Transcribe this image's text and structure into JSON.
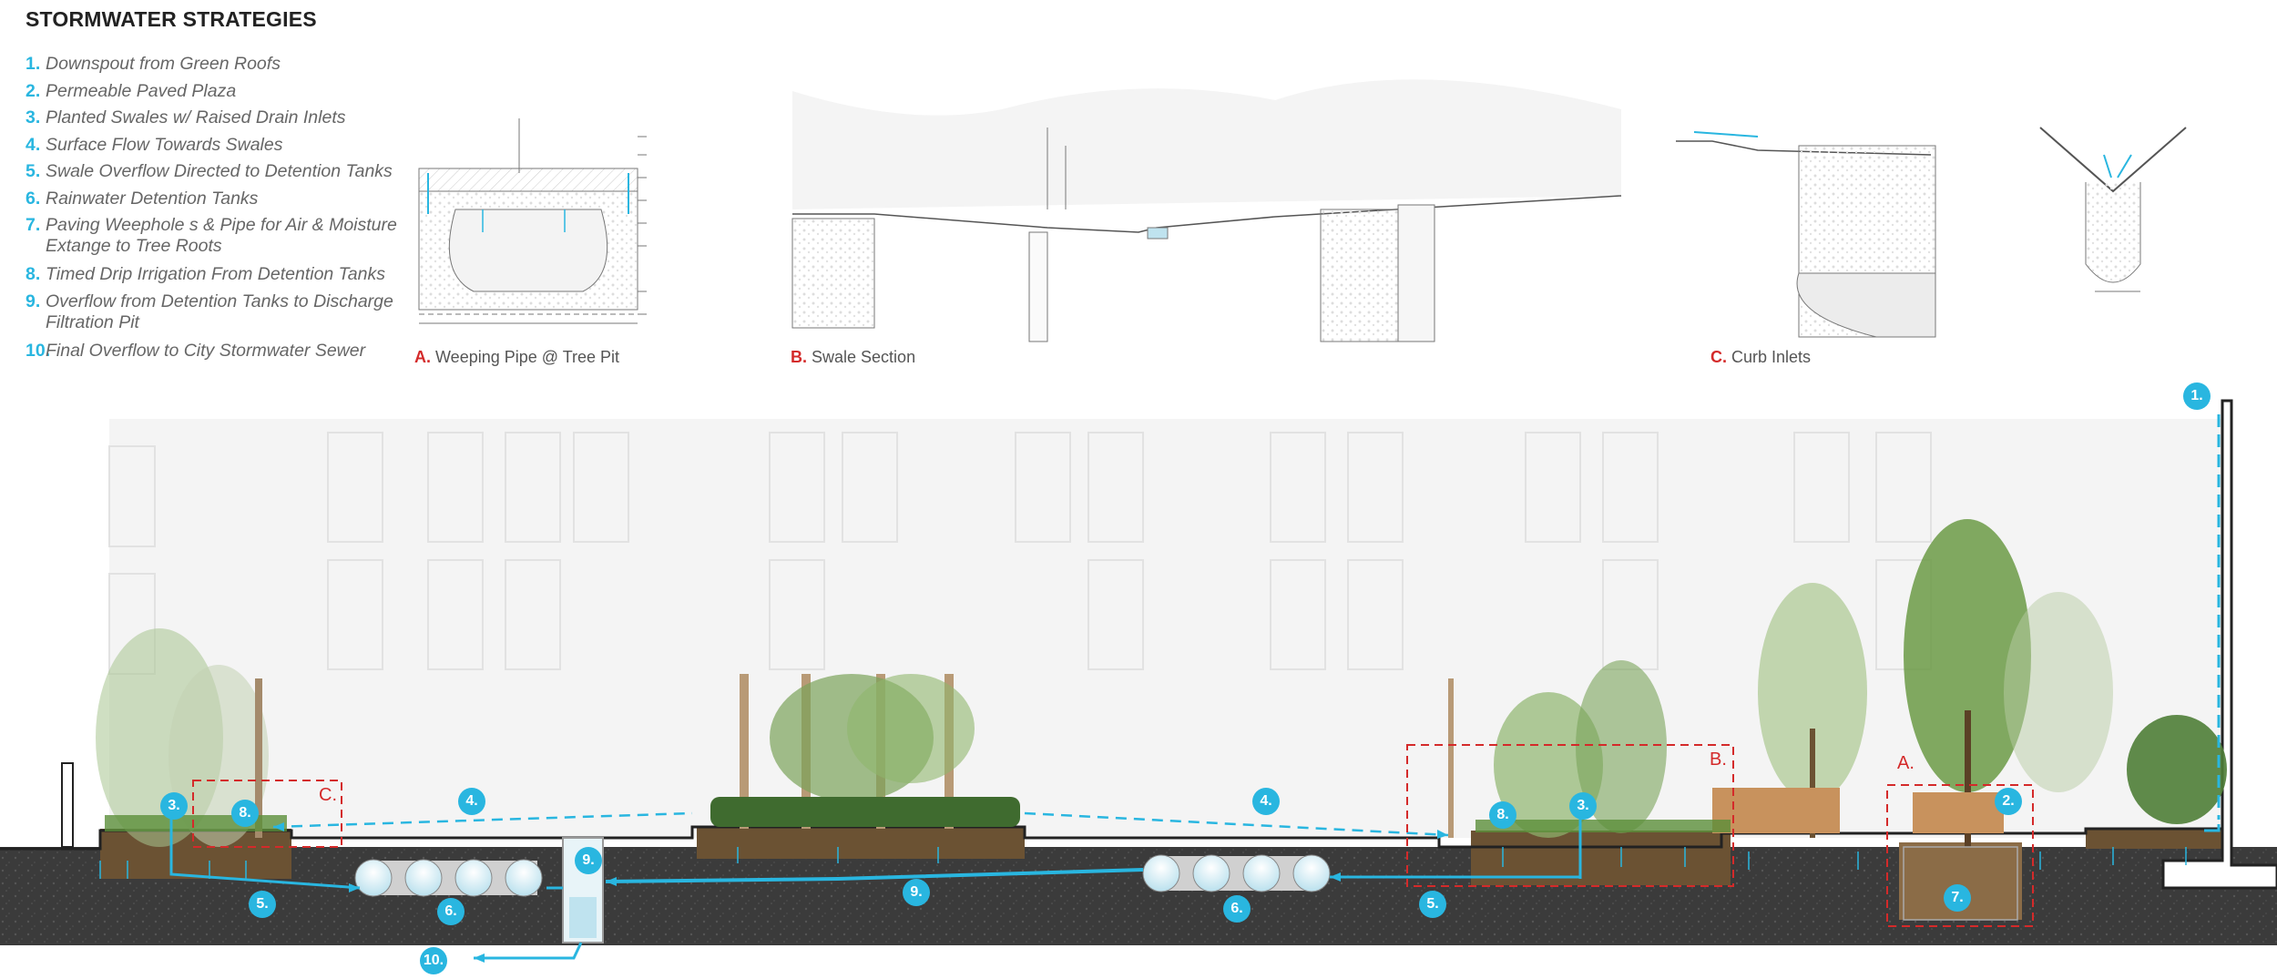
{
  "title": "STORMWATER STRATEGIES",
  "legend": [
    {
      "num": "1.",
      "text": "Downspout from Green Roofs"
    },
    {
      "num": "2.",
      "text": "Permeable Paved Plaza"
    },
    {
      "num": "3.",
      "text": "Planted Swales w/ Raised Drain Inlets"
    },
    {
      "num": "4.",
      "text": "Surface Flow Towards Swales"
    },
    {
      "num": "5.",
      "text": "Swale Overflow Directed to Detention Tanks"
    },
    {
      "num": "6.",
      "text": "Rainwater Detention Tanks"
    },
    {
      "num": "7.",
      "text": "Paving Weephole s & Pipe for Air & Moisture",
      "text2": "Extange to Tree Roots"
    },
    {
      "num": "8.",
      "text": "Timed Drip Irrigation From Detention Tanks"
    },
    {
      "num": "9.",
      "text": "Overflow from Detention Tanks to  Discharge",
      "text2": "Filtration Pit"
    },
    {
      "num": "10.",
      "text": "Final Overflow to City Stormwater Sewer"
    }
  ],
  "details": {
    "a": {
      "letter": "A.",
      "label": "Weeping Pipe @ Tree Pit"
    },
    "b": {
      "letter": "B.",
      "label": "Swale Section"
    },
    "c": {
      "letter": "C.",
      "label": "Curb Inlets"
    }
  },
  "section_labels": {
    "a": "A.",
    "b": "B.",
    "c": "C."
  },
  "callouts": {
    "c1": "1.",
    "c2": "2.",
    "c3a": "3.",
    "c3b": "3.",
    "c4a": "4.",
    "c4b": "4.",
    "c5a": "5.",
    "c5b": "5.",
    "c6a": "6.",
    "c6b": "6.",
    "c7": "7.",
    "c8a": "8.",
    "c8b": "8.",
    "c9a": "9.",
    "c9b": "9.",
    "c10": "10."
  },
  "colors": {
    "water": "#29b6e0",
    "detail_red": "#d42a2a",
    "soil": "#3a3a3a",
    "planting": "#5b8f3a"
  }
}
